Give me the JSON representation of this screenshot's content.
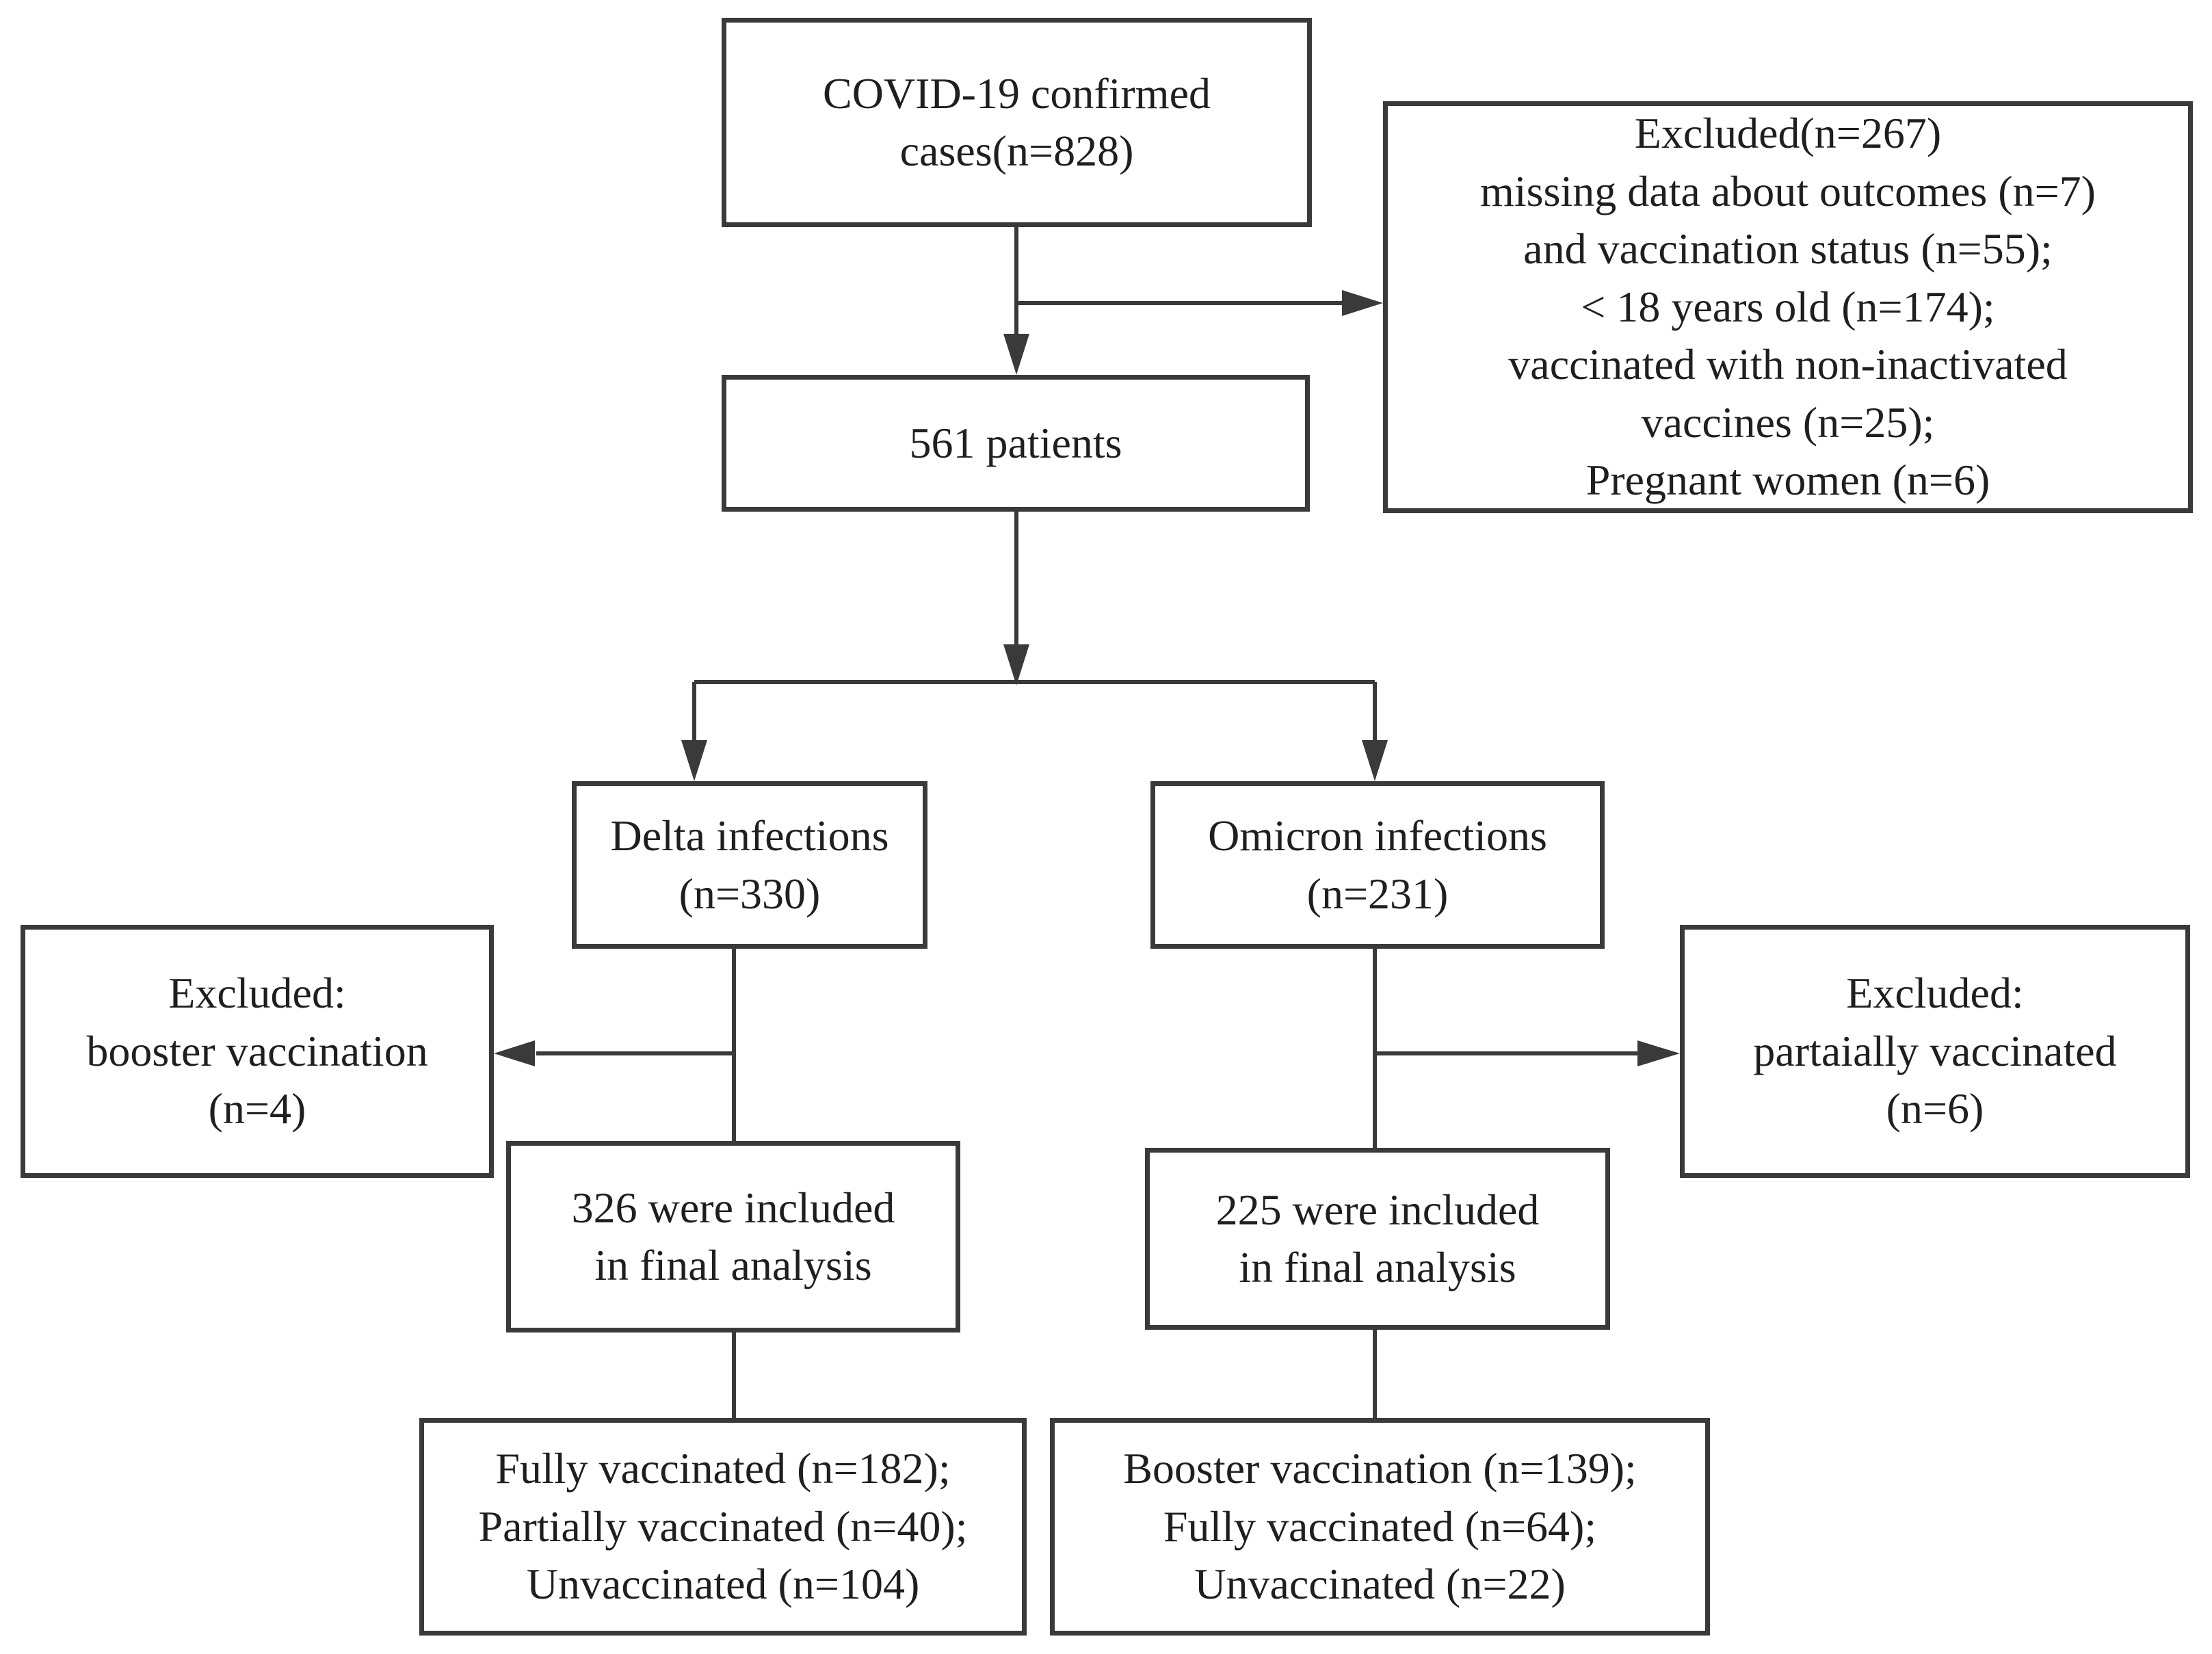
{
  "diagram": {
    "boxes": {
      "confirmed_cases": "COVID-19 confirmed\ncases(n=828)",
      "excluded_initial": "Excluded(n=267)\nmissing data about outcomes (n=7)\nand vaccination status (n=55);\n< 18 years old (n=174);\nvaccinated with non-inactivated\nvaccines (n=25);\nPregnant women (n=6)",
      "patients_561": "561 patients",
      "delta_infections": "Delta infections\n(n=330)",
      "omicron_infections": "Omicron infections\n(n=231)",
      "excluded_delta": "Excluded:\nbooster vaccination\n(n=4)",
      "excluded_omicron": "Excluded:\npartaially vaccinated\n(n=6)",
      "delta_final": "326 were included\nin final analysis",
      "omicron_final": "225 were included\nin final analysis",
      "delta_groups": "Fully vaccinated (n=182);\nPartially vaccinated (n=40);\nUnvaccinated (n=104)",
      "omicron_groups": "Booster vaccination (n=139);\nFully vaccinated (n=64);\nUnvaccinated (n=22)"
    },
    "colors": {
      "border": "#3a3a3a",
      "text": "#1f1f1f",
      "background": "#ffffff",
      "connector": "#3a3a3a"
    }
  }
}
